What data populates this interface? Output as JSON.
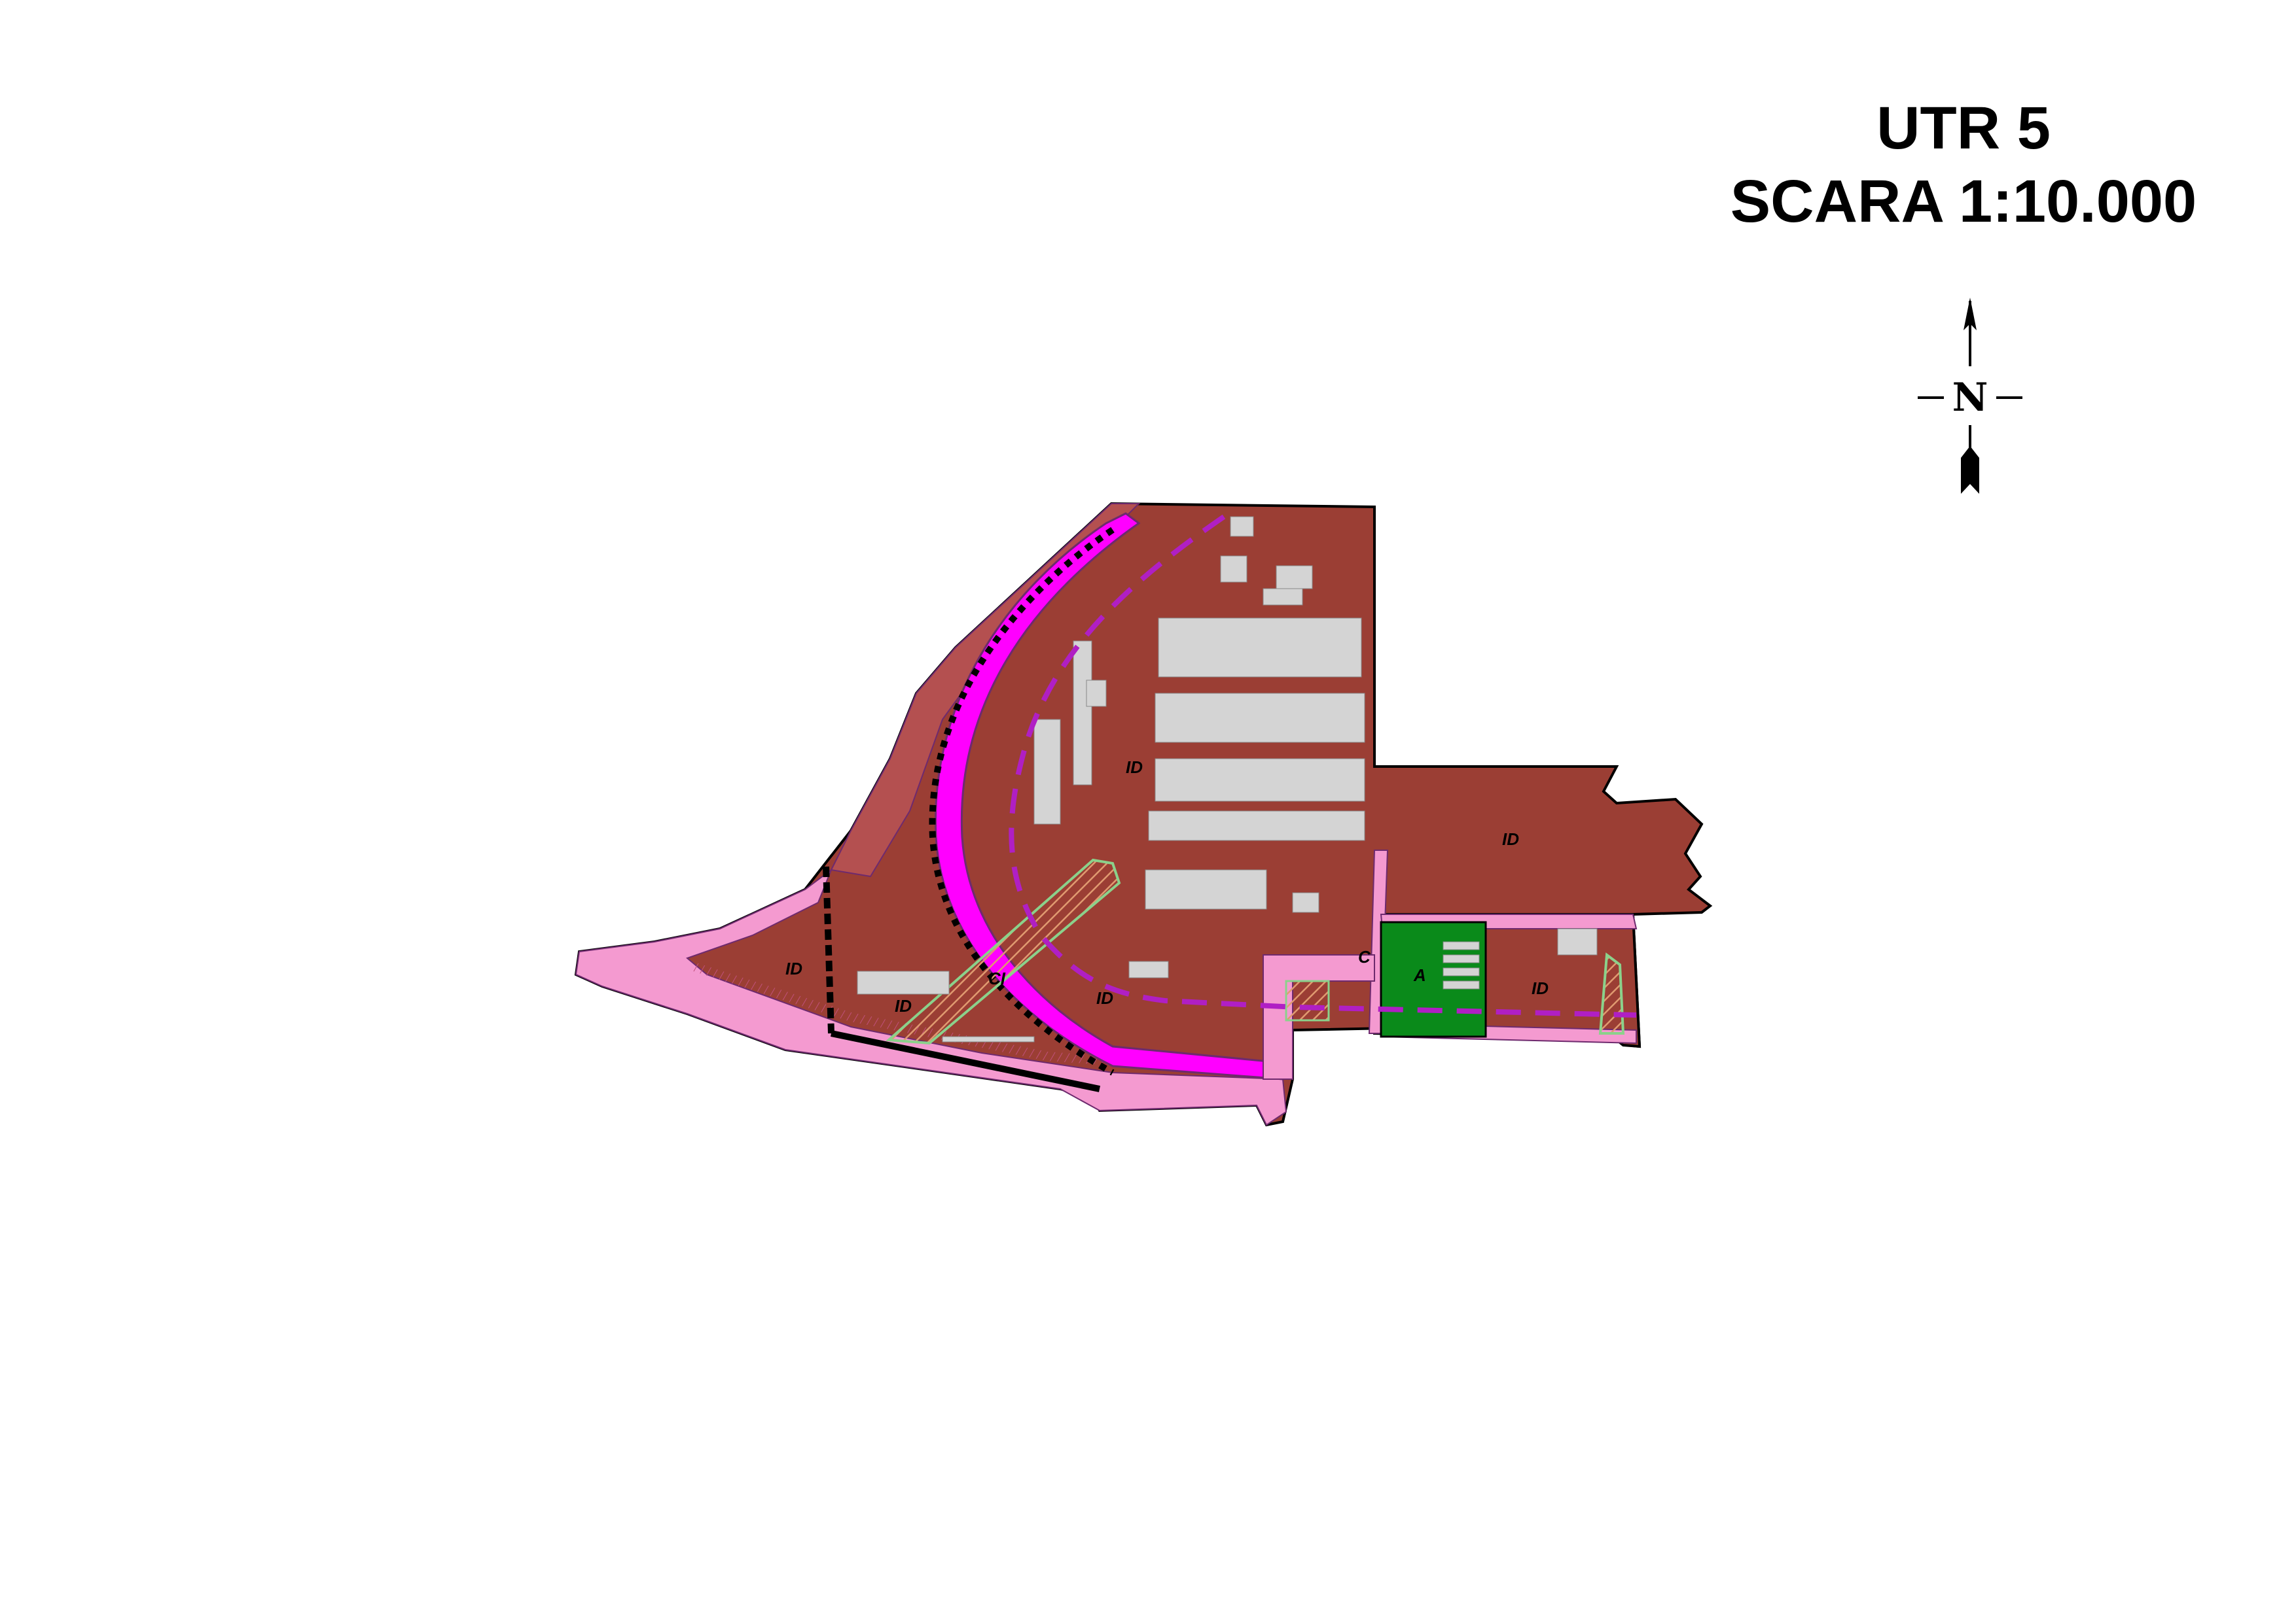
{
  "title": {
    "line1": "UTR 5",
    "line2": "SCARA 1:10.000"
  },
  "compass": {
    "letter": "N",
    "icon": "north-arrow-icon"
  },
  "colors": {
    "industrial": "#9b3e34",
    "building": "#d4d4d4",
    "road": "#f49ad0",
    "rail_corridor": "#ff00ff",
    "green_area": "#0a8a1a",
    "boundary": "#000000",
    "dashed_line": "#b01fc4",
    "hatch": "#8bd18b"
  },
  "zones": [
    {
      "id": "zone-id-north",
      "label": "ID"
    },
    {
      "id": "zone-id-east",
      "label": "ID"
    },
    {
      "id": "zone-id-west",
      "label": "ID"
    },
    {
      "id": "zone-id-southwest",
      "label": "ID"
    },
    {
      "id": "zone-id-south",
      "label": "ID"
    },
    {
      "id": "zone-id-southeast",
      "label": "ID"
    },
    {
      "id": "zone-c",
      "label": "C"
    },
    {
      "id": "zone-a",
      "label": "A"
    },
    {
      "id": "zone-ci",
      "label": "CI"
    }
  ]
}
